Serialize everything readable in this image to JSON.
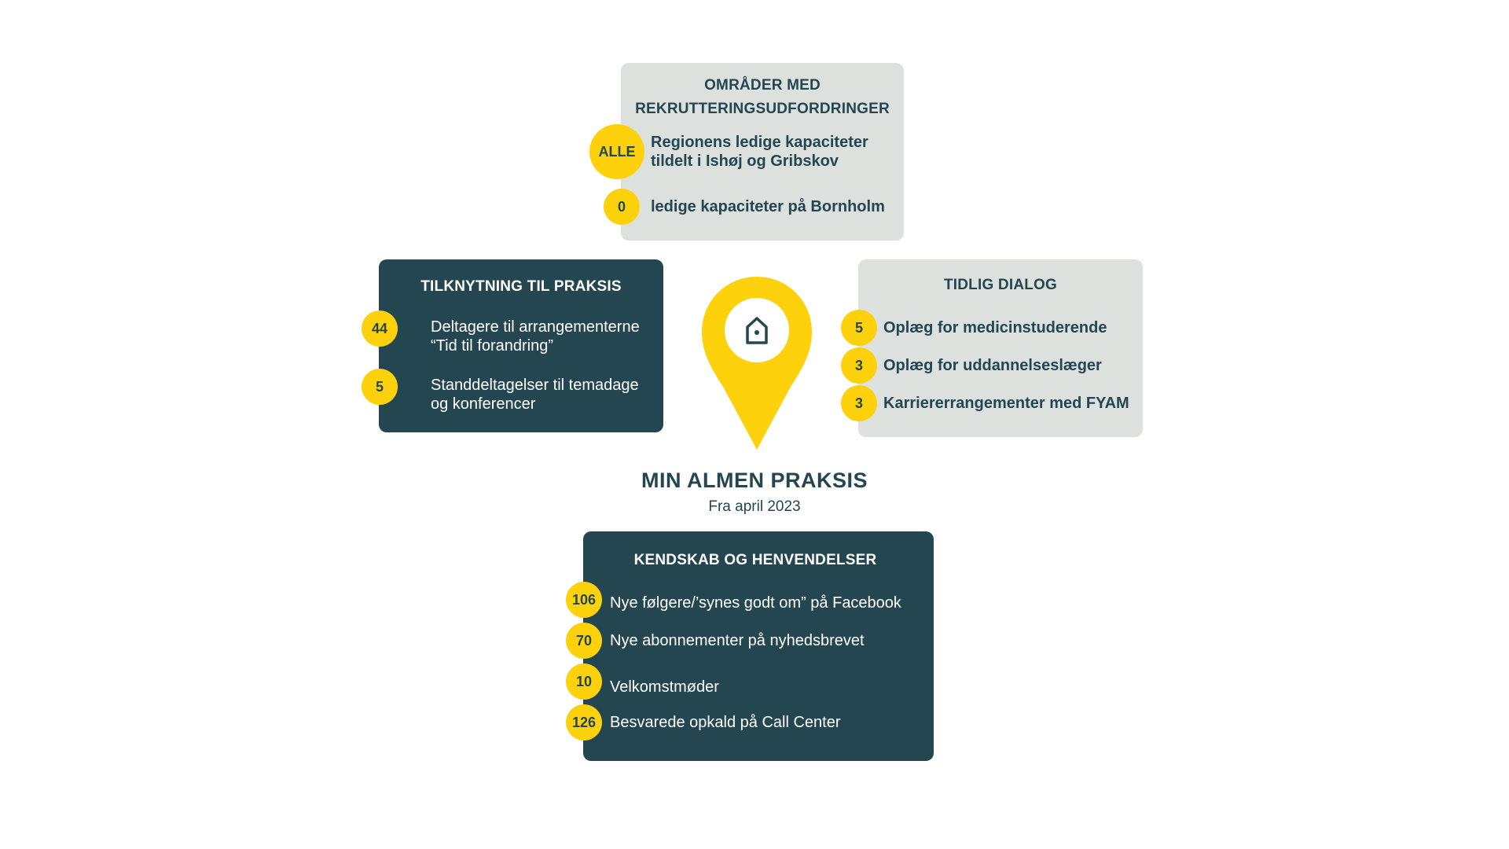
{
  "colors": {
    "dark": "#234651",
    "light": "#dde1dd",
    "accent": "#fdd10c"
  },
  "center": {
    "title": "MIN ALMEN PRAKSIS",
    "subtitle": "Fra april 2023",
    "icon": "map-pin-house-icon"
  },
  "recruitment": {
    "title": "OMRÅDER MED\nREKRUTTERINGSUDFORDRINGER",
    "items": [
      {
        "value": "ALLE",
        "text": "Regionens ledige kapaciteter\ntildelt i Ishøj og Gribskov"
      },
      {
        "value": "0",
        "text": "ledige kapaciteter på Bornholm"
      }
    ]
  },
  "connection": {
    "title": "TILKNYTNING TIL PRAKSIS",
    "items": [
      {
        "value": "44",
        "text": "Deltagere til arrangementerne\n“Tid til forandring”"
      },
      {
        "value": "5",
        "text": "Standdeltagelser til temadage\nog konferencer"
      }
    ]
  },
  "dialog": {
    "title": "TIDLIG DIALOG",
    "items": [
      {
        "value": "5",
        "text": "Oplæg for medicinstuderende"
      },
      {
        "value": "3",
        "text": "Oplæg for uddannelseslæger"
      },
      {
        "value": "3",
        "text": "Karriererrangementer med FYAM"
      }
    ]
  },
  "awareness": {
    "title": "KENDSKAB OG HENVENDELSER",
    "items": [
      {
        "value": "106",
        "text": "Nye følgere/’synes godt om” på Facebook"
      },
      {
        "value": "70",
        "text": "Nye abonnementer på nyhedsbrevet"
      },
      {
        "value": "10",
        "text": "Velkomstmøder"
      },
      {
        "value": "126",
        "text": "Besvarede opkald på Call Center"
      }
    ]
  }
}
